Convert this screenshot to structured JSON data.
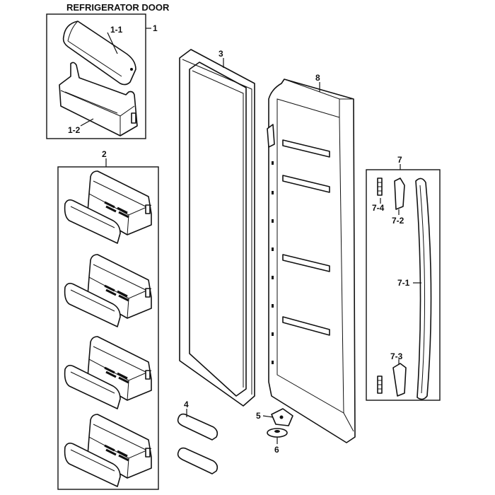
{
  "title": "REFRIGERATOR DOOR",
  "colors": {
    "line": "#111111",
    "background": "#ffffff"
  },
  "labels": {
    "p1": "1",
    "p1_1": "1-1",
    "p1_2": "1-2",
    "p2": "2",
    "p3": "3",
    "p4": "4",
    "p5": "5",
    "p6": "6",
    "p7": "7",
    "p7_1": "7-1",
    "p7_2": "7-2",
    "p7_3": "7-3",
    "p7_4": "7-4",
    "p8": "8"
  }
}
